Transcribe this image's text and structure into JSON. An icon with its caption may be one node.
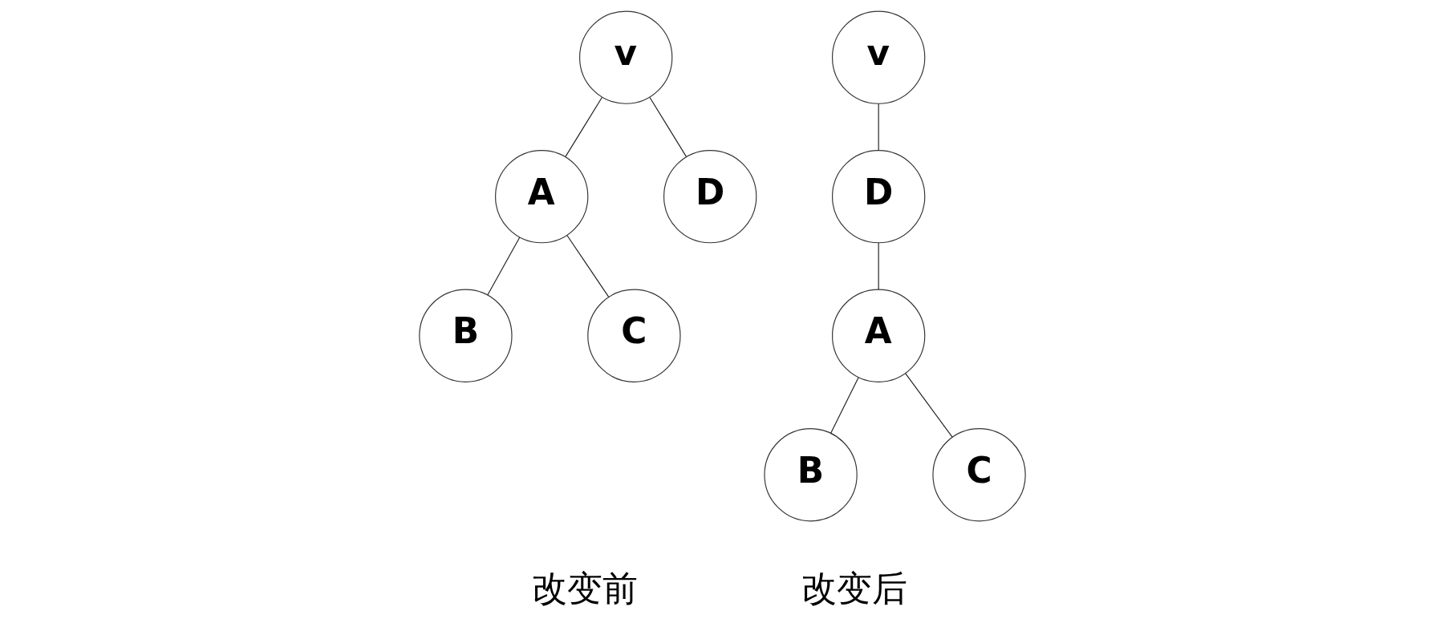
{
  "diagram": {
    "nodes": [
      {
        "text": [
          "v"
        ]
      },
      {
        "text": [
          "A"
        ]
      },
      {
        "text": [
          "D"
        ]
      },
      {
        "text": [
          "B"
        ]
      },
      {
        "text": [
          "C"
        ]
      },
      {
        "text": [
          "v"
        ]
      },
      {
        "text": [
          "D"
        ]
      },
      {
        "text": [
          "A"
        ]
      },
      {
        "text": [
          "B"
        ]
      },
      {
        "text": [
          "C"
        ]
      }
    ],
    "edges": [
      {
        "from": 0,
        "to": 1,
        "arrow": "none"
      },
      {
        "from": 0,
        "to": 2,
        "arrow": "none"
      },
      {
        "from": 1,
        "to": 3,
        "arrow": "none"
      },
      {
        "from": 1,
        "to": 4,
        "arrow": "none"
      },
      {
        "from": 5,
        "to": 6,
        "arrow": "none"
      },
      {
        "from": 6,
        "to": 7,
        "arrow": "none"
      },
      {
        "from": 7,
        "to": 8,
        "arrow": "none"
      },
      {
        "from": 7,
        "to": 9,
        "arrow": "none"
      }
    ],
    "labels": [
      "改变前",
      "改变后"
    ]
  }
}
